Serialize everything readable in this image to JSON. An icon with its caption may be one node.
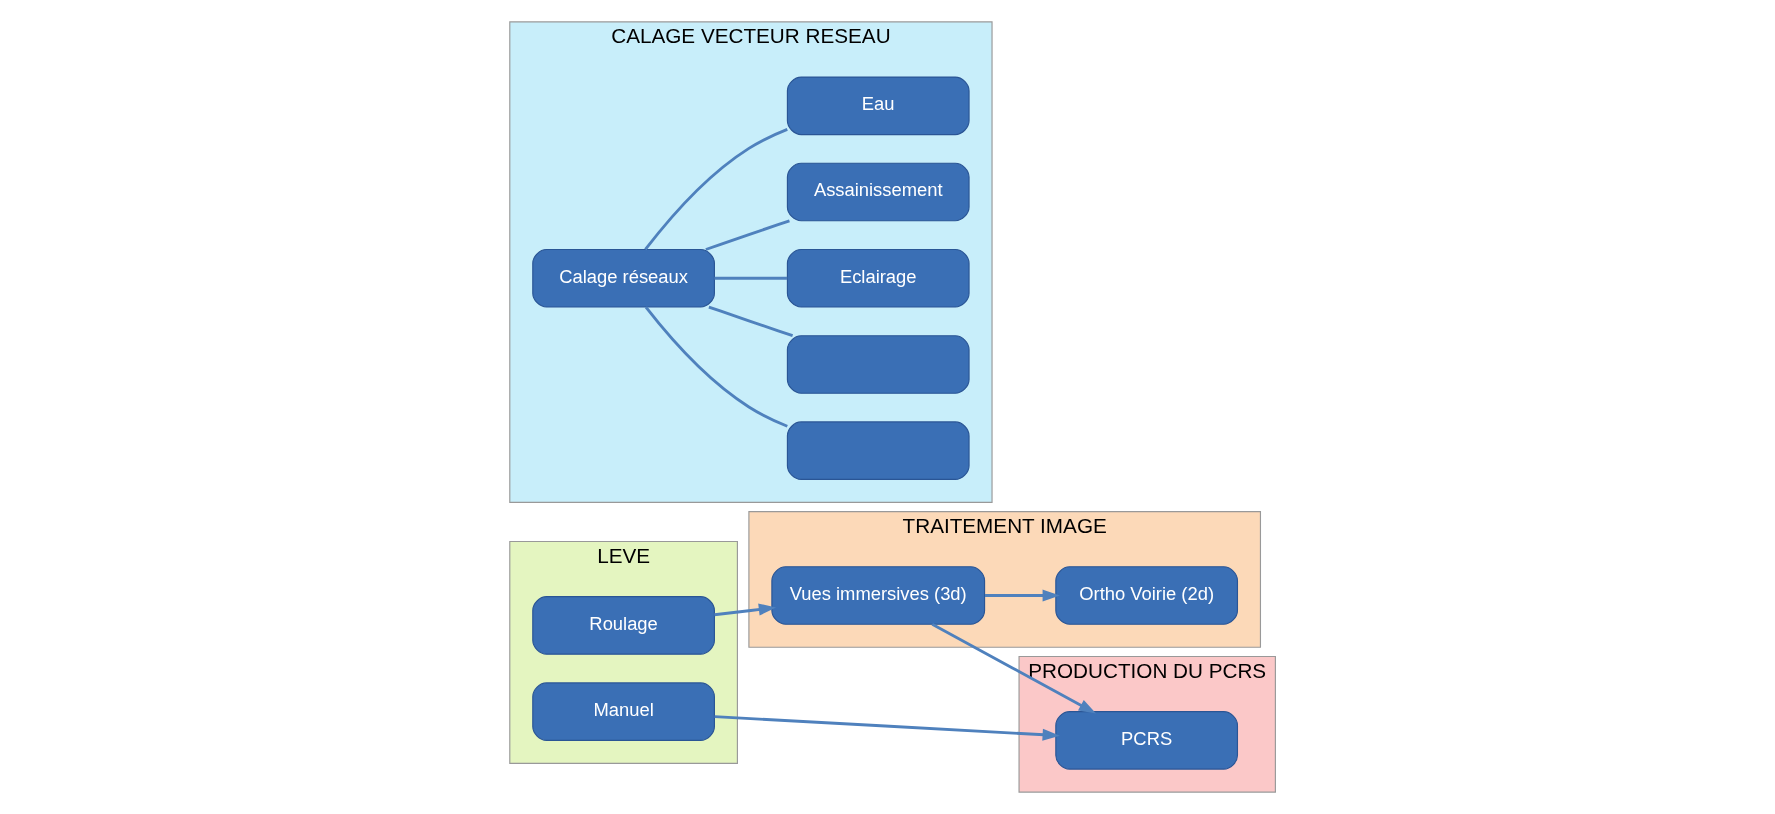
{
  "diagram": {
    "nodes": [
      {
        "text": [
          "LEVE"
        ]
      },
      {
        "text": [
          "Roulage"
        ],
        "in": 0
      },
      {
        "text": [
          "Manuel"
        ],
        "in": 0
      },
      {
        "text": [
          "TRAITEMENT IMAGE"
        ]
      },
      {
        "text": [
          "Vues immersives (3d)"
        ],
        "in": 3
      },
      {
        "text": [
          "Ortho Voirie (2d)"
        ],
        "in": 3
      },
      {
        "text": [
          "PRODUCTION DU PCRS"
        ]
      },
      {
        "text": [
          "PCRS"
        ],
        "in": 6
      },
      {
        "text": [
          "CALAGE VECTEUR RESEAU"
        ]
      },
      {
        "text": [
          "Calage réseaux"
        ],
        "in": 8
      },
      {
        "text": [
          "Eau"
        ],
        "in": 8
      },
      {
        "text": [
          "Assainissement"
        ],
        "in": 8
      },
      {
        "text": [
          "Eclairage"
        ],
        "in": 8
      },
      {
        "text": [],
        "shape": "box",
        "in": 8
      },
      {
        "text": [],
        "shape": "box",
        "in": 8
      }
    ],
    "edges": [
      {
        "from": 1,
        "to": 4,
        "arrow": "to"
      },
      {
        "from": 4,
        "to": 5,
        "arrow": "to"
      },
      {
        "from": 4,
        "to": 7,
        "arrow": "to"
      },
      {
        "from": 2,
        "to": 7,
        "arrow": "to"
      },
      {
        "from": 9,
        "to": 10,
        "arrow": "none"
      },
      {
        "from": 9,
        "to": 11,
        "arrow": "none"
      },
      {
        "from": 9,
        "to": 12,
        "arrow": "none"
      },
      {
        "from": 9,
        "to": 13,
        "arrow": "none"
      },
      {
        "from": 9,
        "to": 14,
        "arrow": "none"
      }
    ]
  }
}
